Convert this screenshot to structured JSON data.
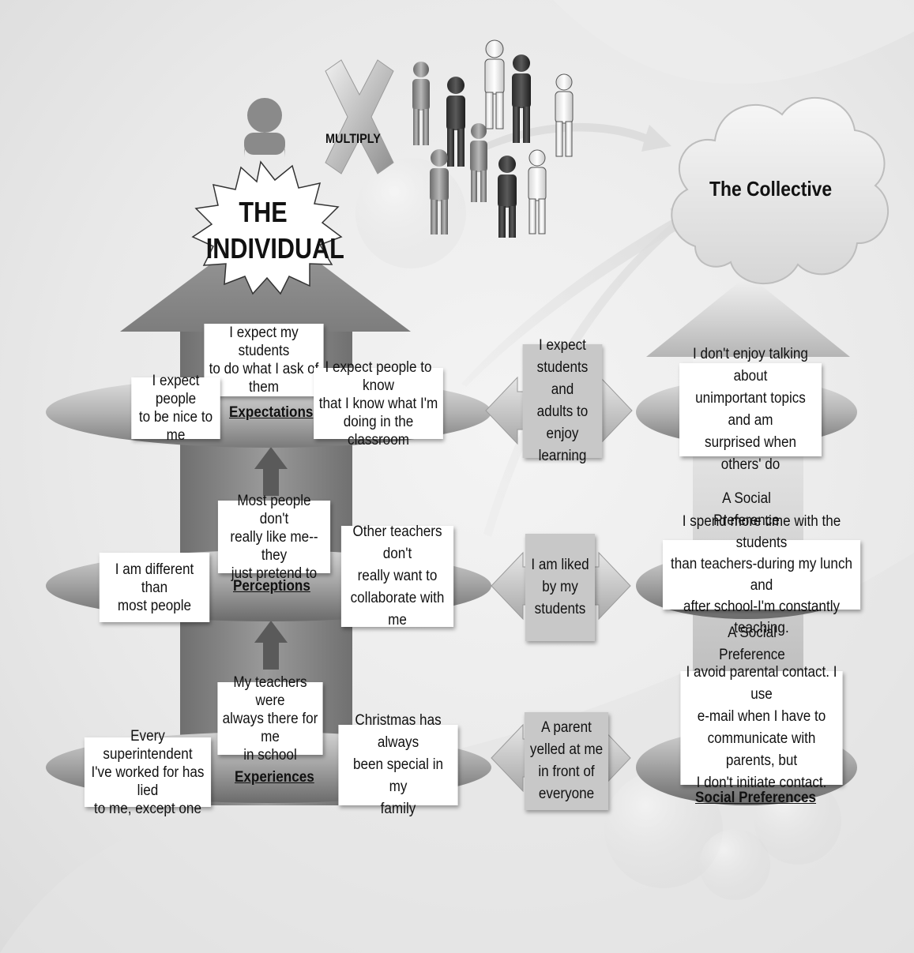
{
  "individual_title": "THE\nINDIVIDUAL",
  "multiply_label": "MULTIPLY",
  "collective_label": "The Collective",
  "levels": {
    "expectations": {
      "label": "Expectations",
      "statements": [
        "I expect my students\nto do what I ask of\nthem",
        "I expect people\nto be nice to me",
        "I expect people to know\nthat I know what I'm\ndoing in the classroom"
      ],
      "link": "I expect\nstudents and\nadults to\nenjoy\nlearning",
      "social": "I don't enjoy talking about\nunimportant topics and am\nsurprised when others' do"
    },
    "perceptions": {
      "label": "Perceptions",
      "statements": [
        "Most people don't\nreally like me--they\njust pretend to",
        "I am different than\nmost people",
        "Other teachers don't\nreally want to\ncollaborate with me"
      ],
      "link": "I am liked\nby my\nstudents",
      "social": "I spend more time with the students\nthan teachers-during my lunch and\nafter school-I'm constantly teaching."
    },
    "experiences": {
      "label": "Experiences",
      "statements": [
        "My teachers were\nalways there for me\nin school",
        "Every superintendent\nI've worked for has lied\nto me, except one",
        "Christmas has always\nbeen special in my\nfamily"
      ],
      "link": "A parent\nyelled at me\nin front of\neveryone",
      "social": "I avoid parental contact. I use\ne-mail when I have to\ncommunicate with parents, but\nI don't initiate contact."
    }
  },
  "social_preference_upper": "A Social\nPreference",
  "social_preference_lower": "A Social\nPreference",
  "social_preferences_label": "Social Preferences"
}
